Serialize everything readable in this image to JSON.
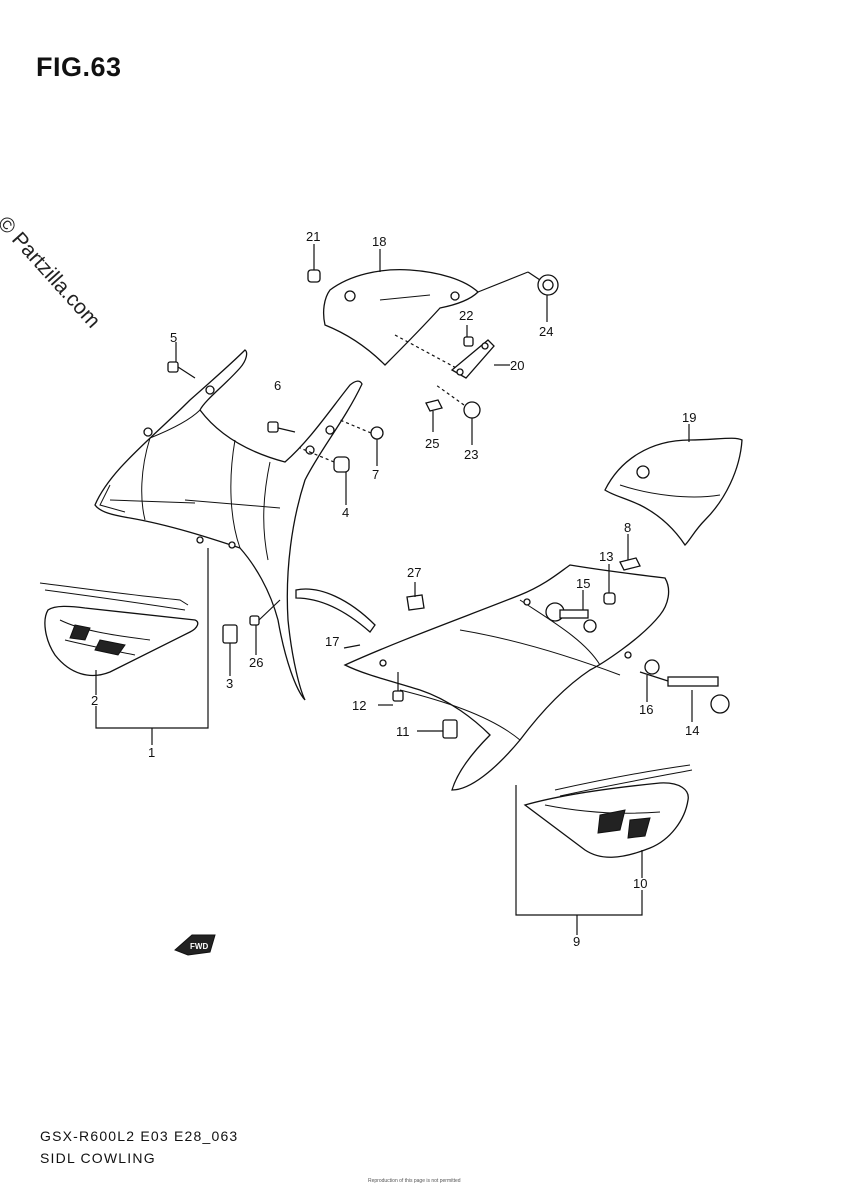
{
  "figure": {
    "title": "FIG.63",
    "watermark": "© Partzilla.com",
    "model_code": "GSX-R600L2 E03 E28_063",
    "caption": "SIDL COWLING",
    "fwd_label": "FWD",
    "micro_text": "Reproduction of this page is not permitted"
  },
  "callouts": [
    {
      "id": "c1",
      "label": "1"
    },
    {
      "id": "c2",
      "label": "2"
    },
    {
      "id": "c3",
      "label": "3"
    },
    {
      "id": "c4",
      "label": "4"
    },
    {
      "id": "c5",
      "label": "5"
    },
    {
      "id": "c6",
      "label": "6"
    },
    {
      "id": "c7",
      "label": "7"
    },
    {
      "id": "c8",
      "label": "8"
    },
    {
      "id": "c9",
      "label": "9"
    },
    {
      "id": "c10",
      "label": "10"
    },
    {
      "id": "c11",
      "label": "11"
    },
    {
      "id": "c12",
      "label": "12"
    },
    {
      "id": "c13",
      "label": "13"
    },
    {
      "id": "c14",
      "label": "14"
    },
    {
      "id": "c15",
      "label": "15"
    },
    {
      "id": "c16",
      "label": "16"
    },
    {
      "id": "c17",
      "label": "17"
    },
    {
      "id": "c18",
      "label": "18"
    },
    {
      "id": "c19",
      "label": "19"
    },
    {
      "id": "c20",
      "label": "20"
    },
    {
      "id": "c21",
      "label": "21"
    },
    {
      "id": "c22",
      "label": "22"
    },
    {
      "id": "c23",
      "label": "23"
    },
    {
      "id": "c24",
      "label": "24"
    },
    {
      "id": "c25",
      "label": "25"
    },
    {
      "id": "c26",
      "label": "26"
    },
    {
      "id": "c27",
      "label": "27"
    }
  ]
}
